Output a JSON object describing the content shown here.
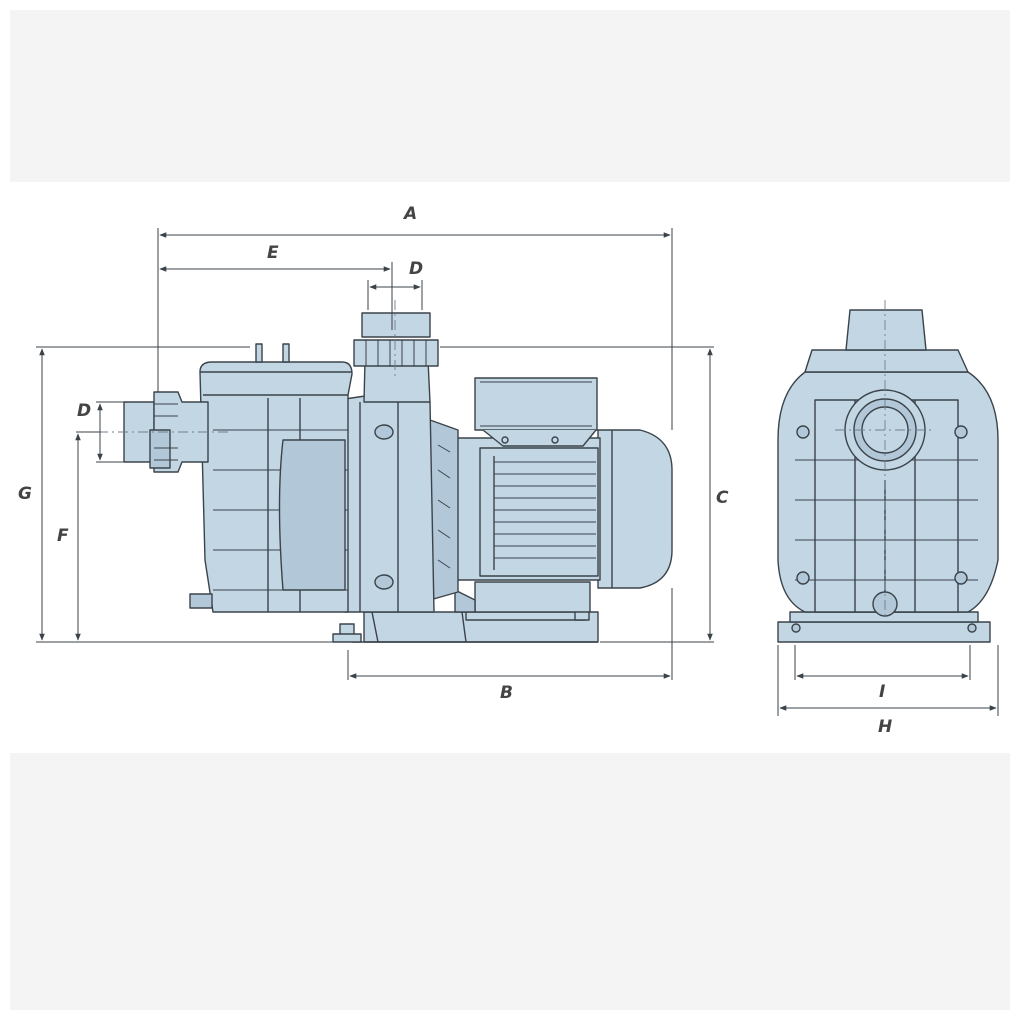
{
  "colors": {
    "pump_fill": "#c3d6e4",
    "pump_fill_dark": "#b2c8d8",
    "outline": "#3b434a",
    "dimension_line": "#3b434a",
    "centerline": "#6f7f8c",
    "band": "#f4f4f4"
  },
  "dimensions": {
    "A": "A",
    "B": "B",
    "C": "C",
    "D_top": "D",
    "D_side": "D",
    "E": "E",
    "F": "F",
    "G": "G",
    "H": "H",
    "I": "I"
  }
}
